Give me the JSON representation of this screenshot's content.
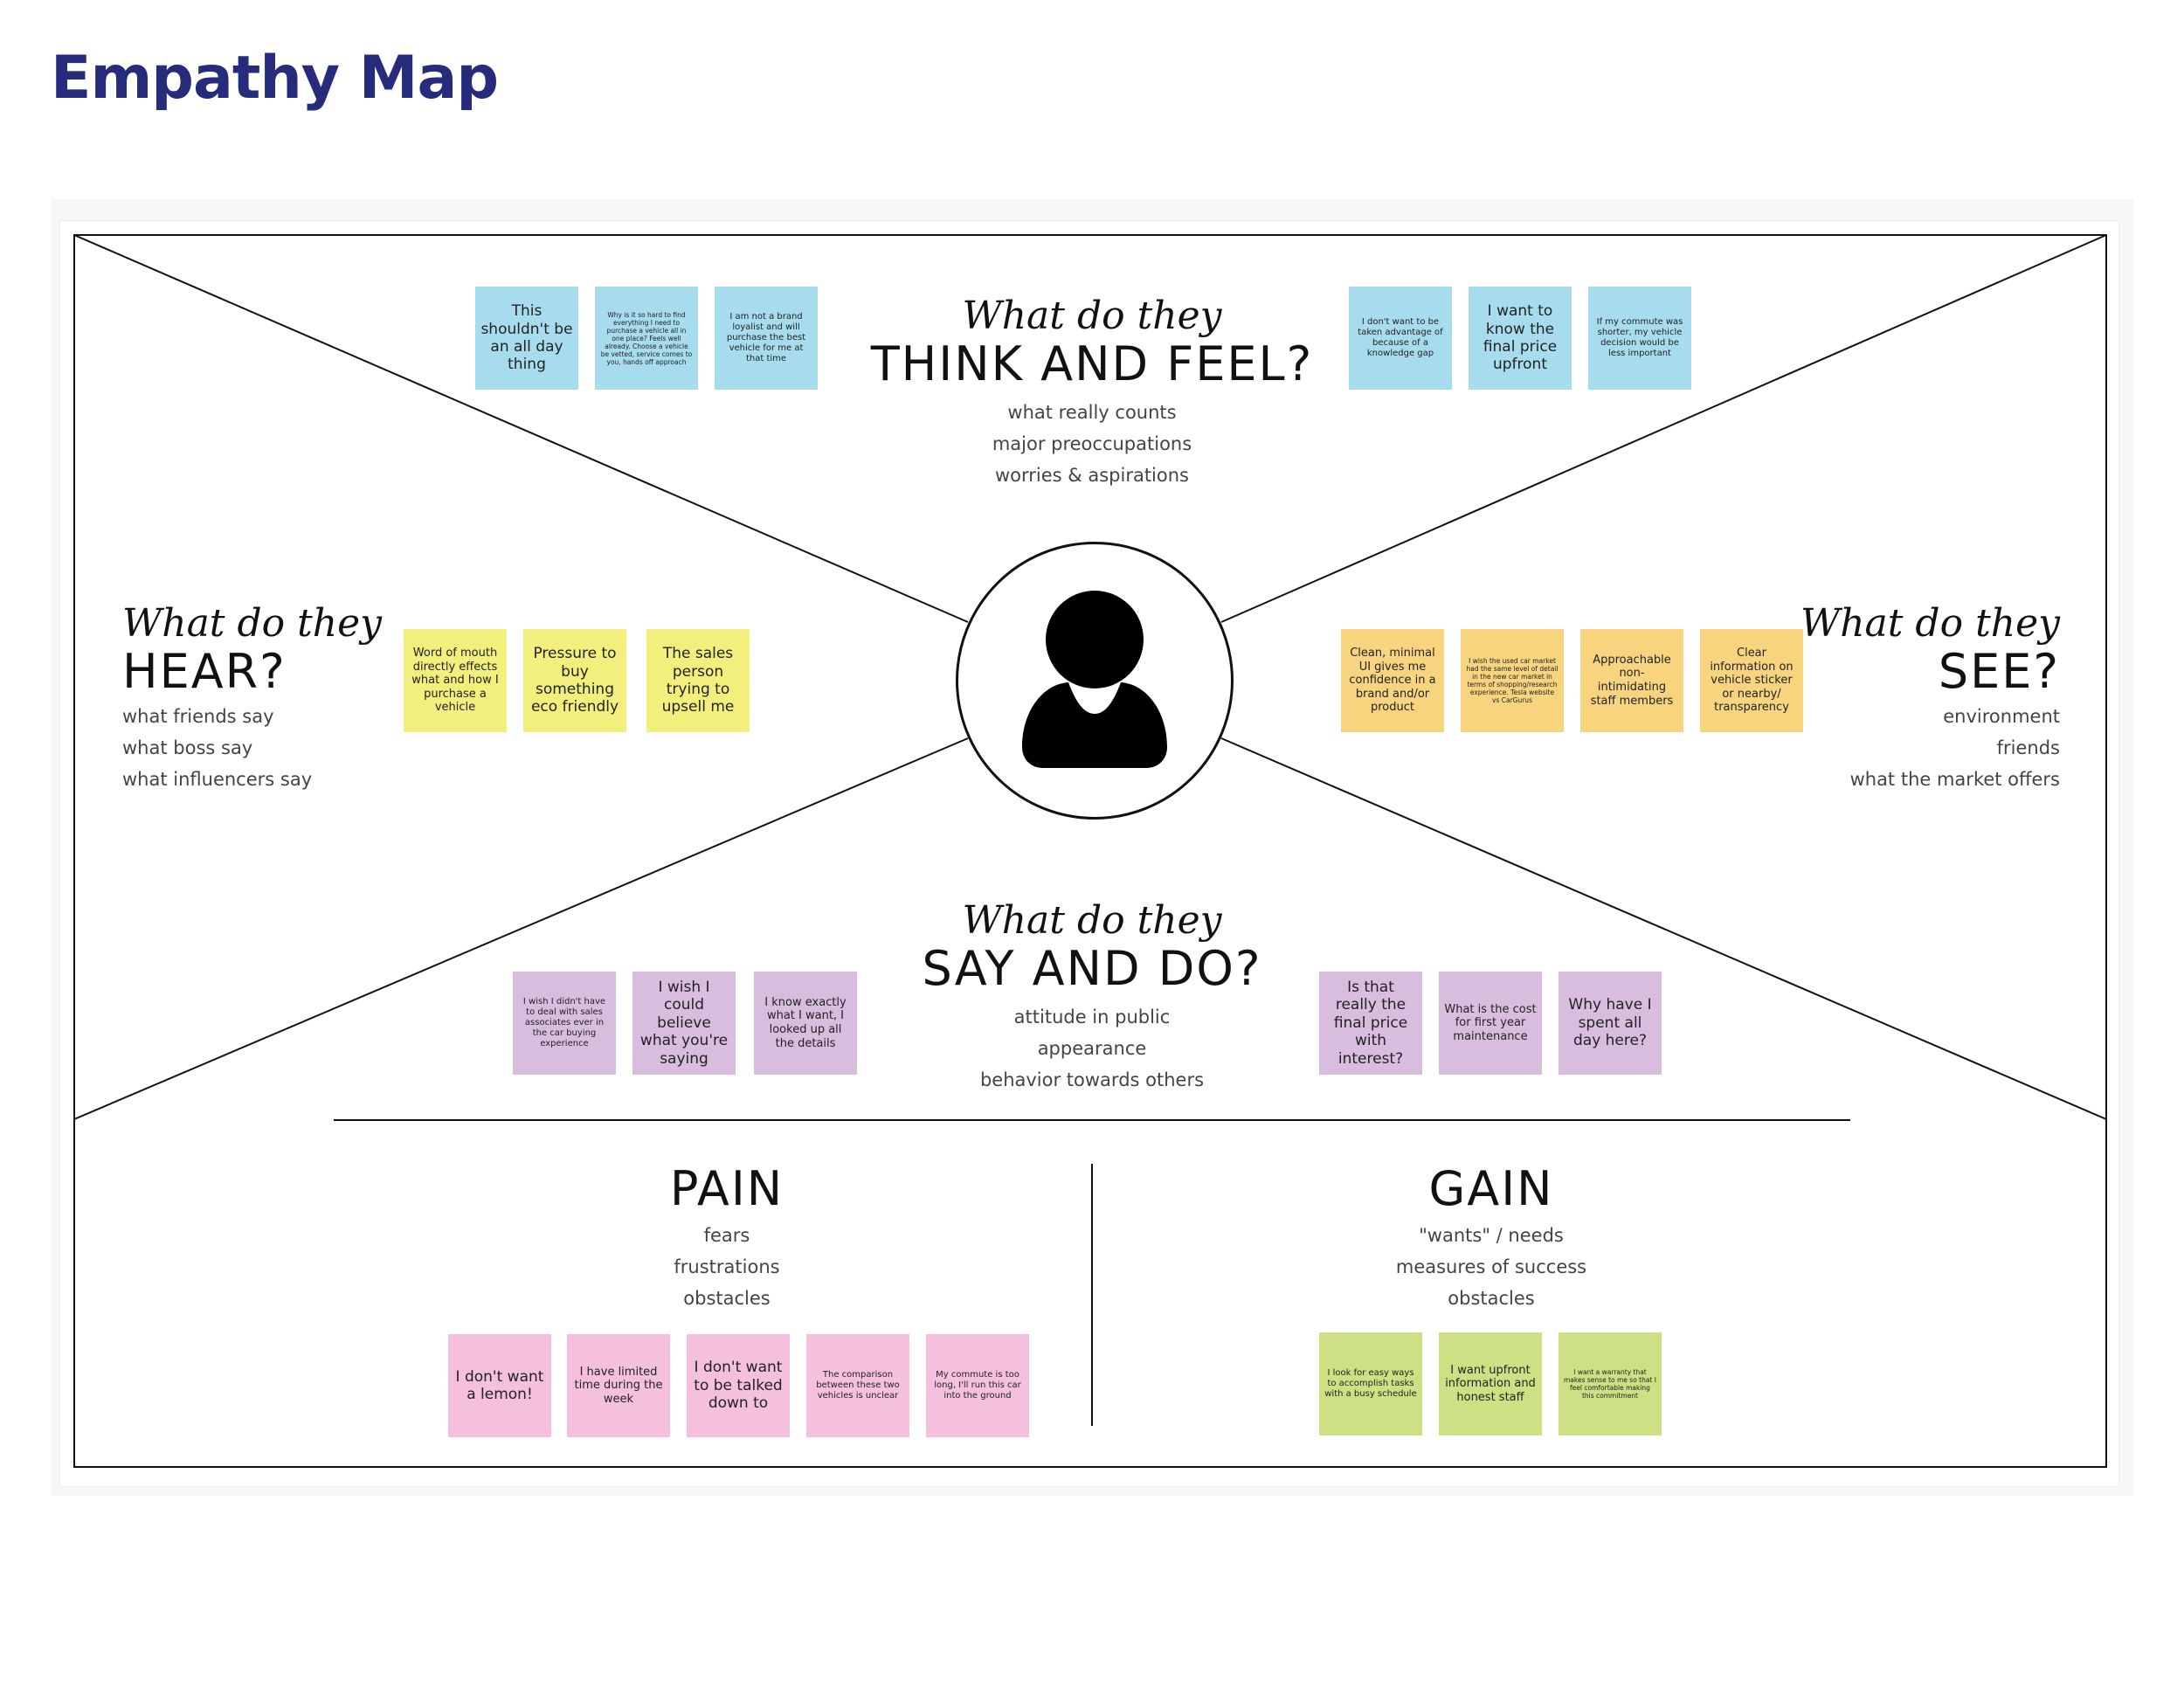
{
  "page_title": "Empathy Map",
  "think_feel": {
    "script": "What do they",
    "heading": "THINK AND FEEL?",
    "prompts": [
      "what really counts",
      "major preoccupations",
      "worries & aspirations"
    ],
    "notes": [
      "This shouldn't be an all day thing",
      "Why is it so hard to find everything I need to purchase a vehicle all in one place? Feels well already. Choose a vehicle be vetted, service comes to you, hands off approach",
      "I am not a brand loyalist and will purchase the best vehicle for me at that time",
      "I don't want to be taken advantage of because of a knowledge gap",
      "I want to know the final price upfront",
      "If my commute was shorter, my vehicle decision would be less important"
    ]
  },
  "hear": {
    "script": "What do they",
    "heading": "HEAR?",
    "prompts": [
      "what friends say",
      "what boss say",
      "what influencers say"
    ],
    "notes": [
      "Word of mouth directly effects what and how I purchase a vehicle",
      "Pressure to buy something eco friendly",
      "The sales person trying to upsell me"
    ]
  },
  "see": {
    "script": "What do they",
    "heading": "SEE?",
    "prompts": [
      "environment",
      "friends",
      "what the market offers"
    ],
    "notes": [
      "Clean, minimal UI gives me confidence in a brand and/or product",
      "I wish the used car market had the same level of detail in the new car market in terms of shopping/research experience. Tesla website vs CarGurus",
      "Approachable non-intimidating staff members",
      "Clear information on vehicle sticker or nearby/ transparency"
    ]
  },
  "say_do": {
    "script": "What do they",
    "heading": "SAY AND DO?",
    "prompts": [
      "attitude in public",
      "appearance",
      "behavior towards others"
    ],
    "notes": [
      "I wish I didn't have to deal with sales associates ever in the car buying experience",
      "I wish I could believe what you're saying",
      "I know exactly what I want, I looked up all the details",
      "Is that really the final price with interest?",
      "What is the cost for first year maintenance",
      "Why have I spent all day here?"
    ]
  },
  "pain": {
    "heading": "PAIN",
    "prompts": [
      "fears",
      "frustrations",
      "obstacles"
    ],
    "notes": [
      "I don't want a lemon!",
      "I have limited time during the week",
      "I don't want to be talked down to",
      "The comparison between these two vehicles is unclear",
      "My commute is too long, I'll run this car into the ground"
    ]
  },
  "gain": {
    "heading": "GAIN",
    "prompts": [
      "\"wants\" / needs",
      "measures of success",
      "obstacles"
    ],
    "notes": [
      "I look for easy ways to accomplish tasks with a busy schedule",
      "I want upfront information and honest staff",
      "I want a warranty that makes sense to me so that I feel comfortable making this commitment"
    ]
  },
  "colors": {
    "title": "#262b7c",
    "think_notes": "#a7dcee",
    "hear_notes": "#f3ef7d",
    "see_notes": "#f8d47f",
    "say_notes": "#d8bdde",
    "pain_notes": "#f4c0dd",
    "gain_notes": "#cde084"
  },
  "icons": {
    "persona": "person-silhouette-icon"
  }
}
